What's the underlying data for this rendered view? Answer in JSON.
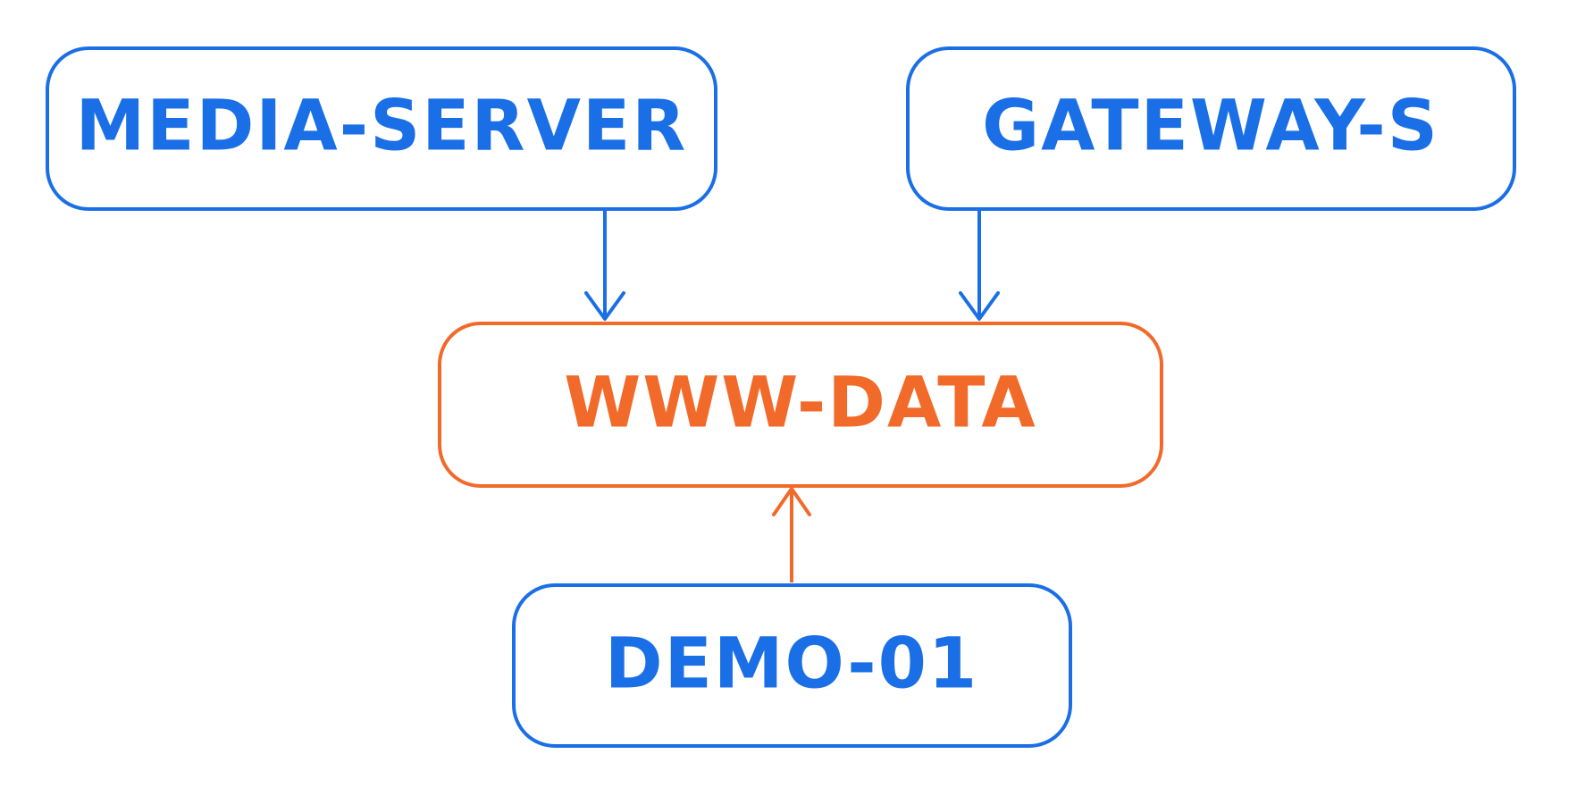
{
  "colors": {
    "background": "#ffffff",
    "primary": "#1a6fe6",
    "highlight": "#f26a2a"
  },
  "nodes": {
    "media_server": {
      "label": "MEDIA-SERVER"
    },
    "gateway_s": {
      "label": "GATEWAY-S"
    },
    "www_data": {
      "label": "WWW-DATA"
    },
    "demo_01": {
      "label": "DEMO-01"
    }
  },
  "edges": [
    {
      "from": "MEDIA-SERVER",
      "to": "WWW-DATA"
    },
    {
      "from": "GATEWAY-S",
      "to": "WWW-DATA"
    },
    {
      "from": "DEMO-01",
      "to": "WWW-DATA"
    }
  ]
}
